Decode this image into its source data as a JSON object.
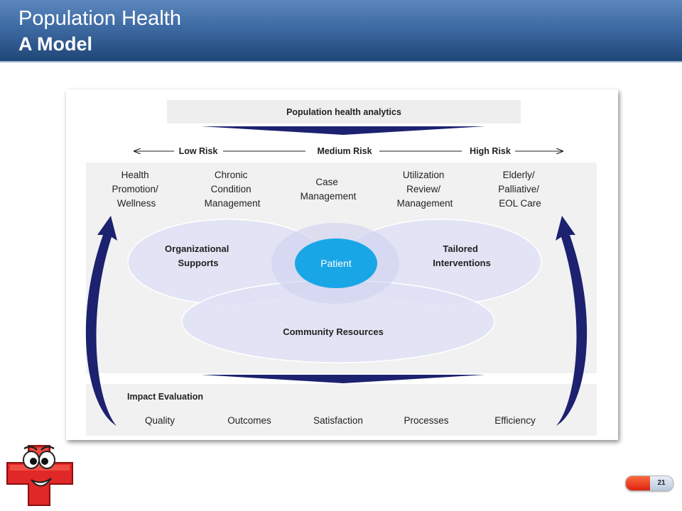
{
  "slide": {
    "title_line1": "Population Health",
    "title_line2": "A Model",
    "page_number": "21"
  },
  "diagram": {
    "analytics_label": "Population health analytics",
    "risk_axis": {
      "low": "Low Risk",
      "medium": "Medium Risk",
      "high": "High Risk"
    },
    "care_categories": [
      {
        "lines": [
          "Health",
          "Promotion/",
          "Wellness"
        ]
      },
      {
        "lines": [
          "Chronic",
          "Condition",
          "Management"
        ]
      },
      {
        "lines": [
          "Case",
          "Management"
        ]
      },
      {
        "lines": [
          "Utilization",
          "Review/",
          "Management"
        ]
      },
      {
        "lines": [
          "Elderly/",
          "Palliative/",
          "EOL Care"
        ]
      }
    ],
    "ellipses": {
      "left": [
        "Organizational",
        "Supports"
      ],
      "right": [
        "Tailored",
        "Interventions"
      ],
      "bottom": "Community Resources",
      "center": "Patient"
    },
    "impact": {
      "title": "Impact Evaluation",
      "items": [
        "Quality",
        "Outcomes",
        "Satisfaction",
        "Processes",
        "Efficiency"
      ]
    },
    "colors": {
      "dark_navy": "#1c2170",
      "ellipse_fill": "#dfe1f5",
      "patient_fill": "#19a6e6",
      "band_fill": "#f1f1f1"
    }
  }
}
